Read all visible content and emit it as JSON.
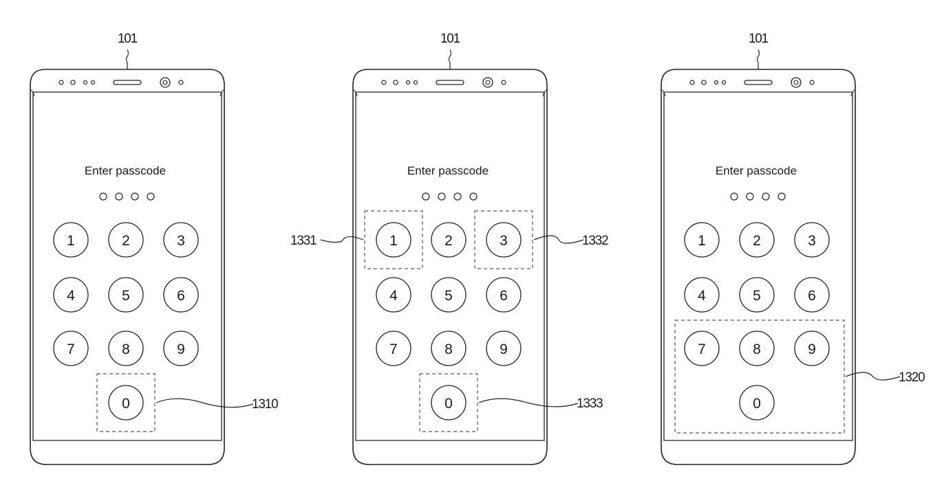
{
  "phones": [
    {
      "ref_label": "101",
      "title": "Enter passcode",
      "keys": [
        "1",
        "2",
        "3",
        "4",
        "5",
        "6",
        "7",
        "8",
        "9",
        "0"
      ],
      "regions": [
        {
          "label": "1310",
          "keys": [
            "0"
          ]
        }
      ]
    },
    {
      "ref_label": "101",
      "title": "Enter passcode",
      "keys": [
        "1",
        "2",
        "3",
        "4",
        "5",
        "6",
        "7",
        "8",
        "9",
        "0"
      ],
      "regions": [
        {
          "label": "1331",
          "keys": [
            "1"
          ]
        },
        {
          "label": "1332",
          "keys": [
            "3"
          ]
        },
        {
          "label": "1333",
          "keys": [
            "0"
          ]
        }
      ]
    },
    {
      "ref_label": "101",
      "title": "Enter passcode",
      "keys": [
        "1",
        "2",
        "3",
        "4",
        "5",
        "6",
        "7",
        "8",
        "9",
        "0"
      ],
      "regions": [
        {
          "label": "1320",
          "keys": [
            "7",
            "8",
            "9",
            "0"
          ]
        }
      ]
    }
  ]
}
